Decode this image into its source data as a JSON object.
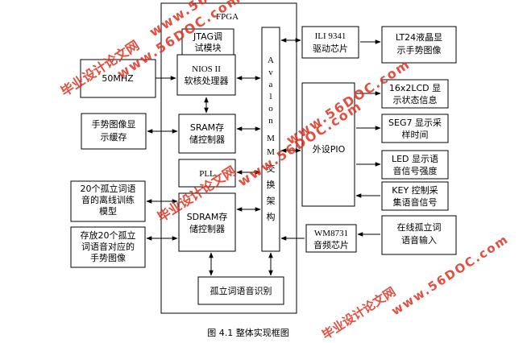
{
  "diagram": {
    "fpga_label": "FPGA",
    "caption": "图 4.1  整体实现框图",
    "blocks": {
      "clk": [
        "50MHZ"
      ],
      "jtag": [
        "JTAG调",
        "试模块"
      ],
      "nios": [
        "NIOS II",
        "软核处理器"
      ],
      "sram_ctrl": [
        "SRAM存",
        "储控制器"
      ],
      "pll": [
        "PLL"
      ],
      "sdram_ctrl": [
        "SDRAM存",
        "储控制器"
      ],
      "recog": [
        "孤立词语音识别"
      ],
      "gesture_cache": [
        "手势图像显",
        "示缓存"
      ],
      "train_model": [
        "20个孤立词语",
        "音的离线训练",
        "模型"
      ],
      "gesture_store": [
        "存放20个孤立",
        "词语音对应的",
        "手势图像"
      ],
      "ili9341": [
        "ILI 9341",
        "驱动芯片"
      ],
      "lt24": [
        "LT24液晶显",
        "示手势图像"
      ],
      "pio": [
        "外设PIO"
      ],
      "lcd16x2": [
        "16x2LCD 显",
        "示状态信息"
      ],
      "seg7": [
        "SEG7 显示采",
        "样时间"
      ],
      "led": [
        "LED 显示语",
        "音信号强度"
      ],
      "key": [
        "KEY 控制采",
        "集语音信号"
      ],
      "wm8731": [
        "WM8731",
        "音频芯片"
      ],
      "audio_in": [
        "在线孤立词",
        "语音输入"
      ]
    },
    "bus_label": [
      "A",
      "v",
      "a",
      "l",
      "o",
      "n",
      "M",
      "M",
      "交",
      "换",
      "架",
      "构"
    ]
  },
  "watermarks": [
    "毕业设计论文网",
    "www.56DOC.com"
  ]
}
